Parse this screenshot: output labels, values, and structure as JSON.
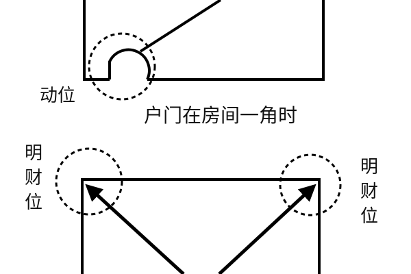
{
  "top_diagram": {
    "door_label": "动位",
    "caption": "户门在房间一角时"
  },
  "bottom_diagram": {
    "left_label": [
      "明",
      "财",
      "位"
    ],
    "right_label": [
      "明",
      "财",
      "位"
    ]
  },
  "colors": {
    "line": "#000000",
    "background": "#ffffff",
    "text": "#111111"
  }
}
